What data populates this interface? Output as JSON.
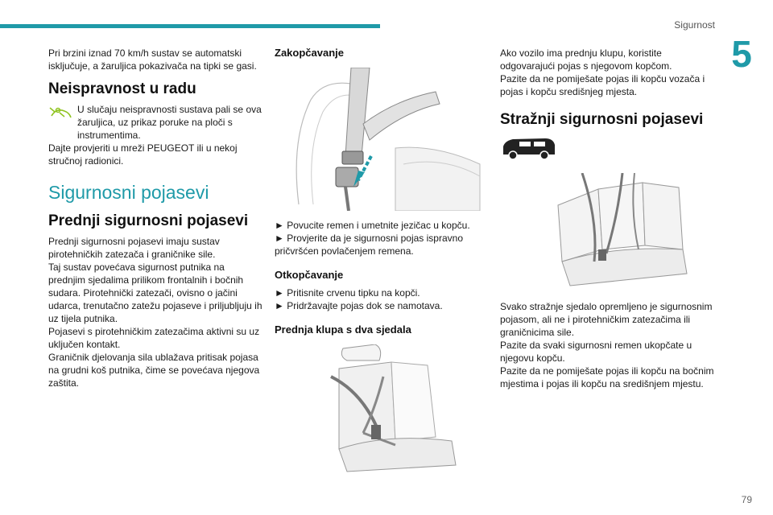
{
  "header": {
    "section": "Sigurnost",
    "chapter": "5"
  },
  "footer": {
    "page": "79"
  },
  "col1": {
    "intro": "Pri brzini iznad 70 km/h sustav se automatski isključuje, a žaruljica pokazivača na tipki se gasi.",
    "h_malfunction": "Neispravnost u radu",
    "malfunction_text": "U slučaju neispravnosti sustava pali se ova žaruljica, uz prikaz poruke na ploči s instrumentima.",
    "malfunction_text2": "Dajte provjeriti u mreži PEUGEOT ili u nekoj stručnoj radionici.",
    "h_section": "Sigurnosni pojasevi",
    "h_front": "Prednji sigurnosni pojasevi",
    "front_text": [
      "Prednji sigurnosni pojasevi imaju sustav pirotehničkih zatezača i graničnike sile.",
      "Taj sustav povećava sigurnost putnika na prednjim sjedalima prilikom frontalnih i bočnih sudara. Pirotehnički zatezači, ovisno o jačini udarca, trenutačno zatežu pojaseve i priljubljuju ih uz tijela putnika.",
      "Pojasevi s pirotehničkim zatezačima aktivni su uz uključen kontakt.",
      "Graničnik djelovanja sila ublažava pritisak pojasa na grudni koš putnika, čime se povećava njegova zaštita."
    ]
  },
  "col2": {
    "h_lock": "Zakopčavanje",
    "lock_steps": [
      "► Povucite remen i umetnite jezičac u kopču.",
      "► Provjerite da je sigurnosni pojas ispravno pričvršćen povlačenjem remena."
    ],
    "h_unlock": "Otkopčavanje",
    "unlock_steps": [
      "► Pritisnite crvenu tipku na kopči.",
      "► Pridržavajte pojas dok se namotava."
    ],
    "h_bench": "Prednja klupa s dva sjedala"
  },
  "col3": {
    "bench_text": [
      "Ako vozilo ima prednju klupu, koristite odgovarajući pojas s njegovom kopčom.",
      "Pazite da ne pomiješate pojas ili kopču vozača i pojas i kopču središnjeg mjesta."
    ],
    "h_rear": "Stražnji sigurnosni pojasevi",
    "rear_text": [
      "Svako stražnje sjedalo opremljeno je sigurnosnim pojasom, ali ne i pirotehničkim zatezačima ili graničnicima sile.",
      "Pazite da svaki sigurnosni remen ukopčate u njegovu kopču.",
      "Pazite da ne pomiješate pojas ili kopču na bočnim mjestima i pojas ili kopču na središnjem mjestu."
    ]
  },
  "colors": {
    "accent": "#1f9aa8",
    "warning_icon": "#8fc31f"
  },
  "icons": [
    "warning-lamp-icon",
    "van-icon"
  ]
}
